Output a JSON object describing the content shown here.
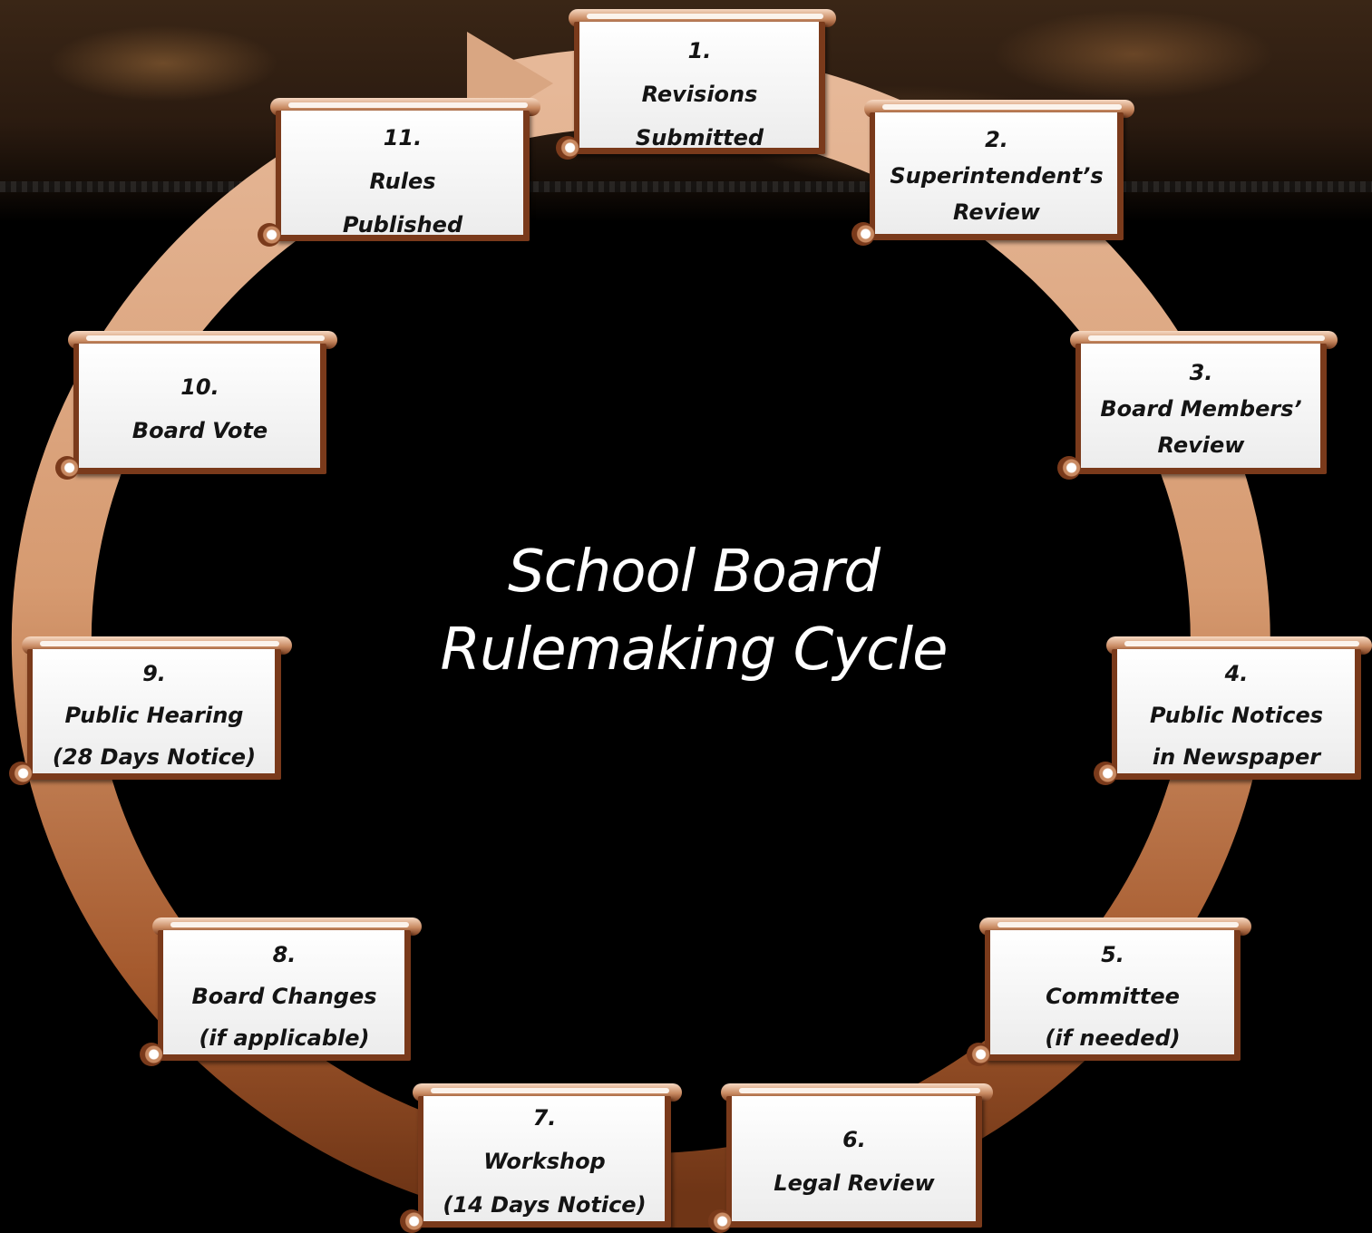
{
  "title": {
    "line1": "School Board",
    "line2": "Rulemaking Cycle"
  },
  "colors": {
    "ring_light": "#e3b392",
    "ring_dark": "#6f3516",
    "scroll_border": "#7a3a1b",
    "paper": "#f3f3f3",
    "background": "#000000"
  },
  "steps": [
    {
      "number": "1.",
      "line1": "Revisions",
      "line2": "Submitted"
    },
    {
      "number": "2.",
      "line1": "Superintendent’s",
      "line2": "Review"
    },
    {
      "number": "3.",
      "line1": "Board Members’",
      "line2": "Review"
    },
    {
      "number": "4.",
      "line1": "Public Notices",
      "line2": "in Newspaper"
    },
    {
      "number": "5.",
      "line1": "Committee",
      "line2": "(if needed)"
    },
    {
      "number": "6.",
      "line1": "Legal Review",
      "line2": ""
    },
    {
      "number": "7.",
      "line1": "Workshop",
      "line2": "(14 Days Notice)"
    },
    {
      "number": "8.",
      "line1": "Board Changes",
      "line2": "(if applicable)"
    },
    {
      "number": "9.",
      "line1": "Public Hearing",
      "line2": "(28 Days Notice)"
    },
    {
      "number": "10.",
      "line1": "Board Vote",
      "line2": ""
    },
    {
      "number": "11.",
      "line1": "Rules",
      "line2": "Published"
    }
  ]
}
